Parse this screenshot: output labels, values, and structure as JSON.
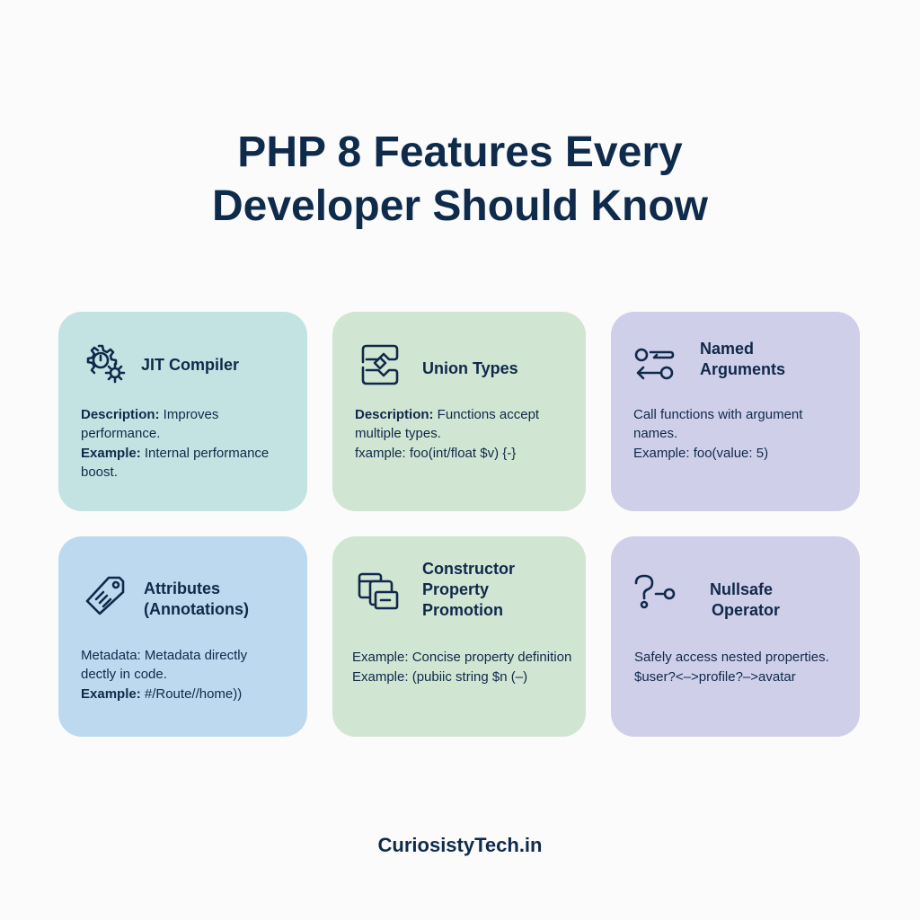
{
  "title": {
    "line1": "PHP 8 Features Every",
    "line2": "Developer Should Know"
  },
  "colors": {
    "text": "#10294a",
    "teal": "#c3e3e2",
    "green": "#d0e5d2",
    "lavender": "#d0cfea",
    "blue": "#bdd9ef"
  },
  "cards": [
    {
      "icon": "gear-clock-icon",
      "title": [
        "JIT Compiler"
      ],
      "lines": [
        {
          "label": "Description:",
          "text": " Improves performance."
        },
        {
          "label": "Example:",
          "text": " Internal performance boost."
        }
      ]
    },
    {
      "icon": "union-icon",
      "title": [
        "Union Types"
      ],
      "lines": [
        {
          "label": "Description:",
          "text": " Functions accept multiple types."
        },
        {
          "label": "",
          "text": "fxample: foo(int/float $v) {-}"
        }
      ]
    },
    {
      "icon": "arrows-circles-icon",
      "title": [
        "Named",
        "Arguments"
      ],
      "lines": [
        {
          "label": "",
          "text": "Call functions with argument names."
        },
        {
          "label": "",
          "text": "Example: foo(value: 5)"
        }
      ]
    },
    {
      "icon": "tag-icon",
      "title": [
        "Attributes",
        "(Annotations)"
      ],
      "lines": [
        {
          "label": "",
          "text": "Metadata: Metadata directly dectly in code."
        },
        {
          "label": "Example:",
          "text": " #/Route//home))"
        }
      ]
    },
    {
      "icon": "windows-icon",
      "title": [
        "Constructor",
        "Property",
        "Promotion"
      ],
      "lines": [
        {
          "label": "",
          "text": "Example: Concise property definition"
        },
        {
          "label": "",
          "text": "Example: (pubiic string $n (–)"
        }
      ]
    },
    {
      "icon": "question-link-icon",
      "title": [
        "Nullsafe",
        "Operator"
      ],
      "lines": [
        {
          "label": "",
          "text": "Safely access nested properties."
        },
        {
          "label": "",
          "text": "$user?<–>profile?–>avatar"
        }
      ]
    }
  ],
  "footer": "CuriosistyTech.in"
}
